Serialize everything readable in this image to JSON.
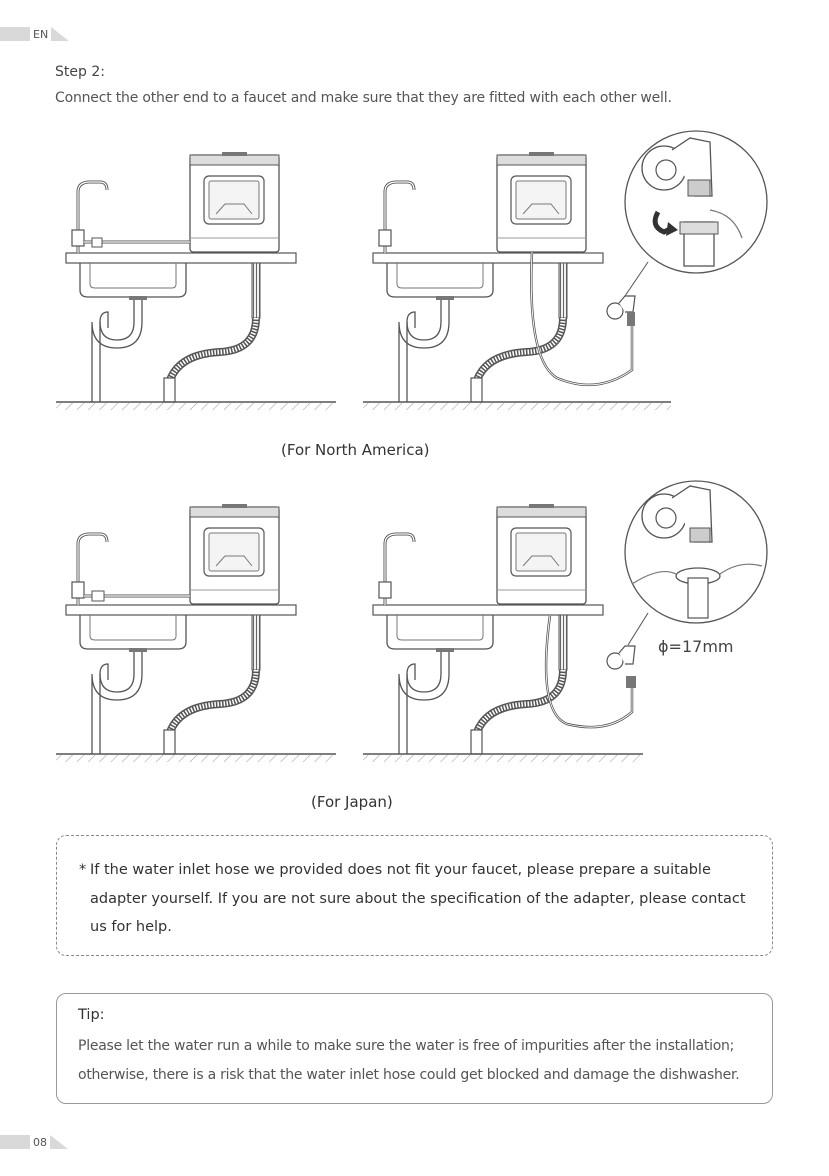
{
  "header": {
    "lang_tab": "EN"
  },
  "step": {
    "title": "Step 2:",
    "description": "Connect the other end to a faucet and make sure that they are fitted with each other well."
  },
  "figures": {
    "caption_north_america": "(For North America)",
    "caption_japan": "(For Japan)",
    "measurement": "ϕ=17mm"
  },
  "note": {
    "star": "*",
    "text": "If the water inlet hose we provided does not fit your faucet, please prepare a suitable adapter yourself. If you are not sure about the specification of the adapter, please contact us for help."
  },
  "tip": {
    "title": "Tip:",
    "text": "Please let the water run a while to make sure the water is free of impurities after the installation; otherwise, there is a risk that the water inlet hose could get blocked and damage the dishwasher."
  },
  "footer": {
    "page_number": "08"
  }
}
